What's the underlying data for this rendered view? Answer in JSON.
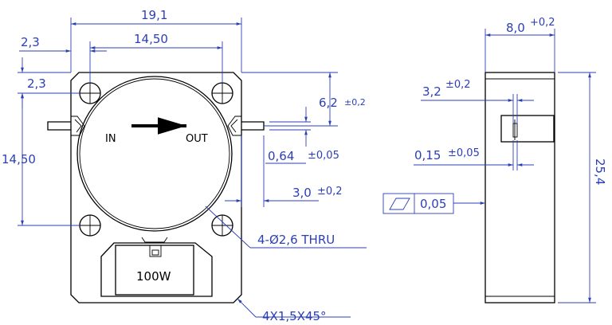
{
  "front_view": {
    "dims": {
      "overall_width": "19,1",
      "hole_pitch_h": "14,50",
      "edge_to_hole_x": "2,3",
      "edge_to_hole_y": "2,3",
      "hole_pitch_v": "14,50",
      "tab_height": "6,2",
      "tab_height_tol": "±0,2",
      "tab_thickness": "0,64",
      "tab_thickness_tol": "±0,05",
      "tab_length": "3,0",
      "tab_length_tol": "±0,2"
    },
    "labels": {
      "in": "IN",
      "out": "OUT",
      "holes": "4-Ø2,6  THRU",
      "chamfer": "4X1,5X45°",
      "power": "100W"
    }
  },
  "side_view": {
    "dims": {
      "thickness": "8,0",
      "thickness_tol": "+0,2",
      "tab_offset": "3,2",
      "tab_offset_tol": "±0,2",
      "tab_gap": "0,15",
      "tab_gap_tol": "±0,05",
      "height": "25,4",
      "flatness_value": "0,05"
    }
  }
}
